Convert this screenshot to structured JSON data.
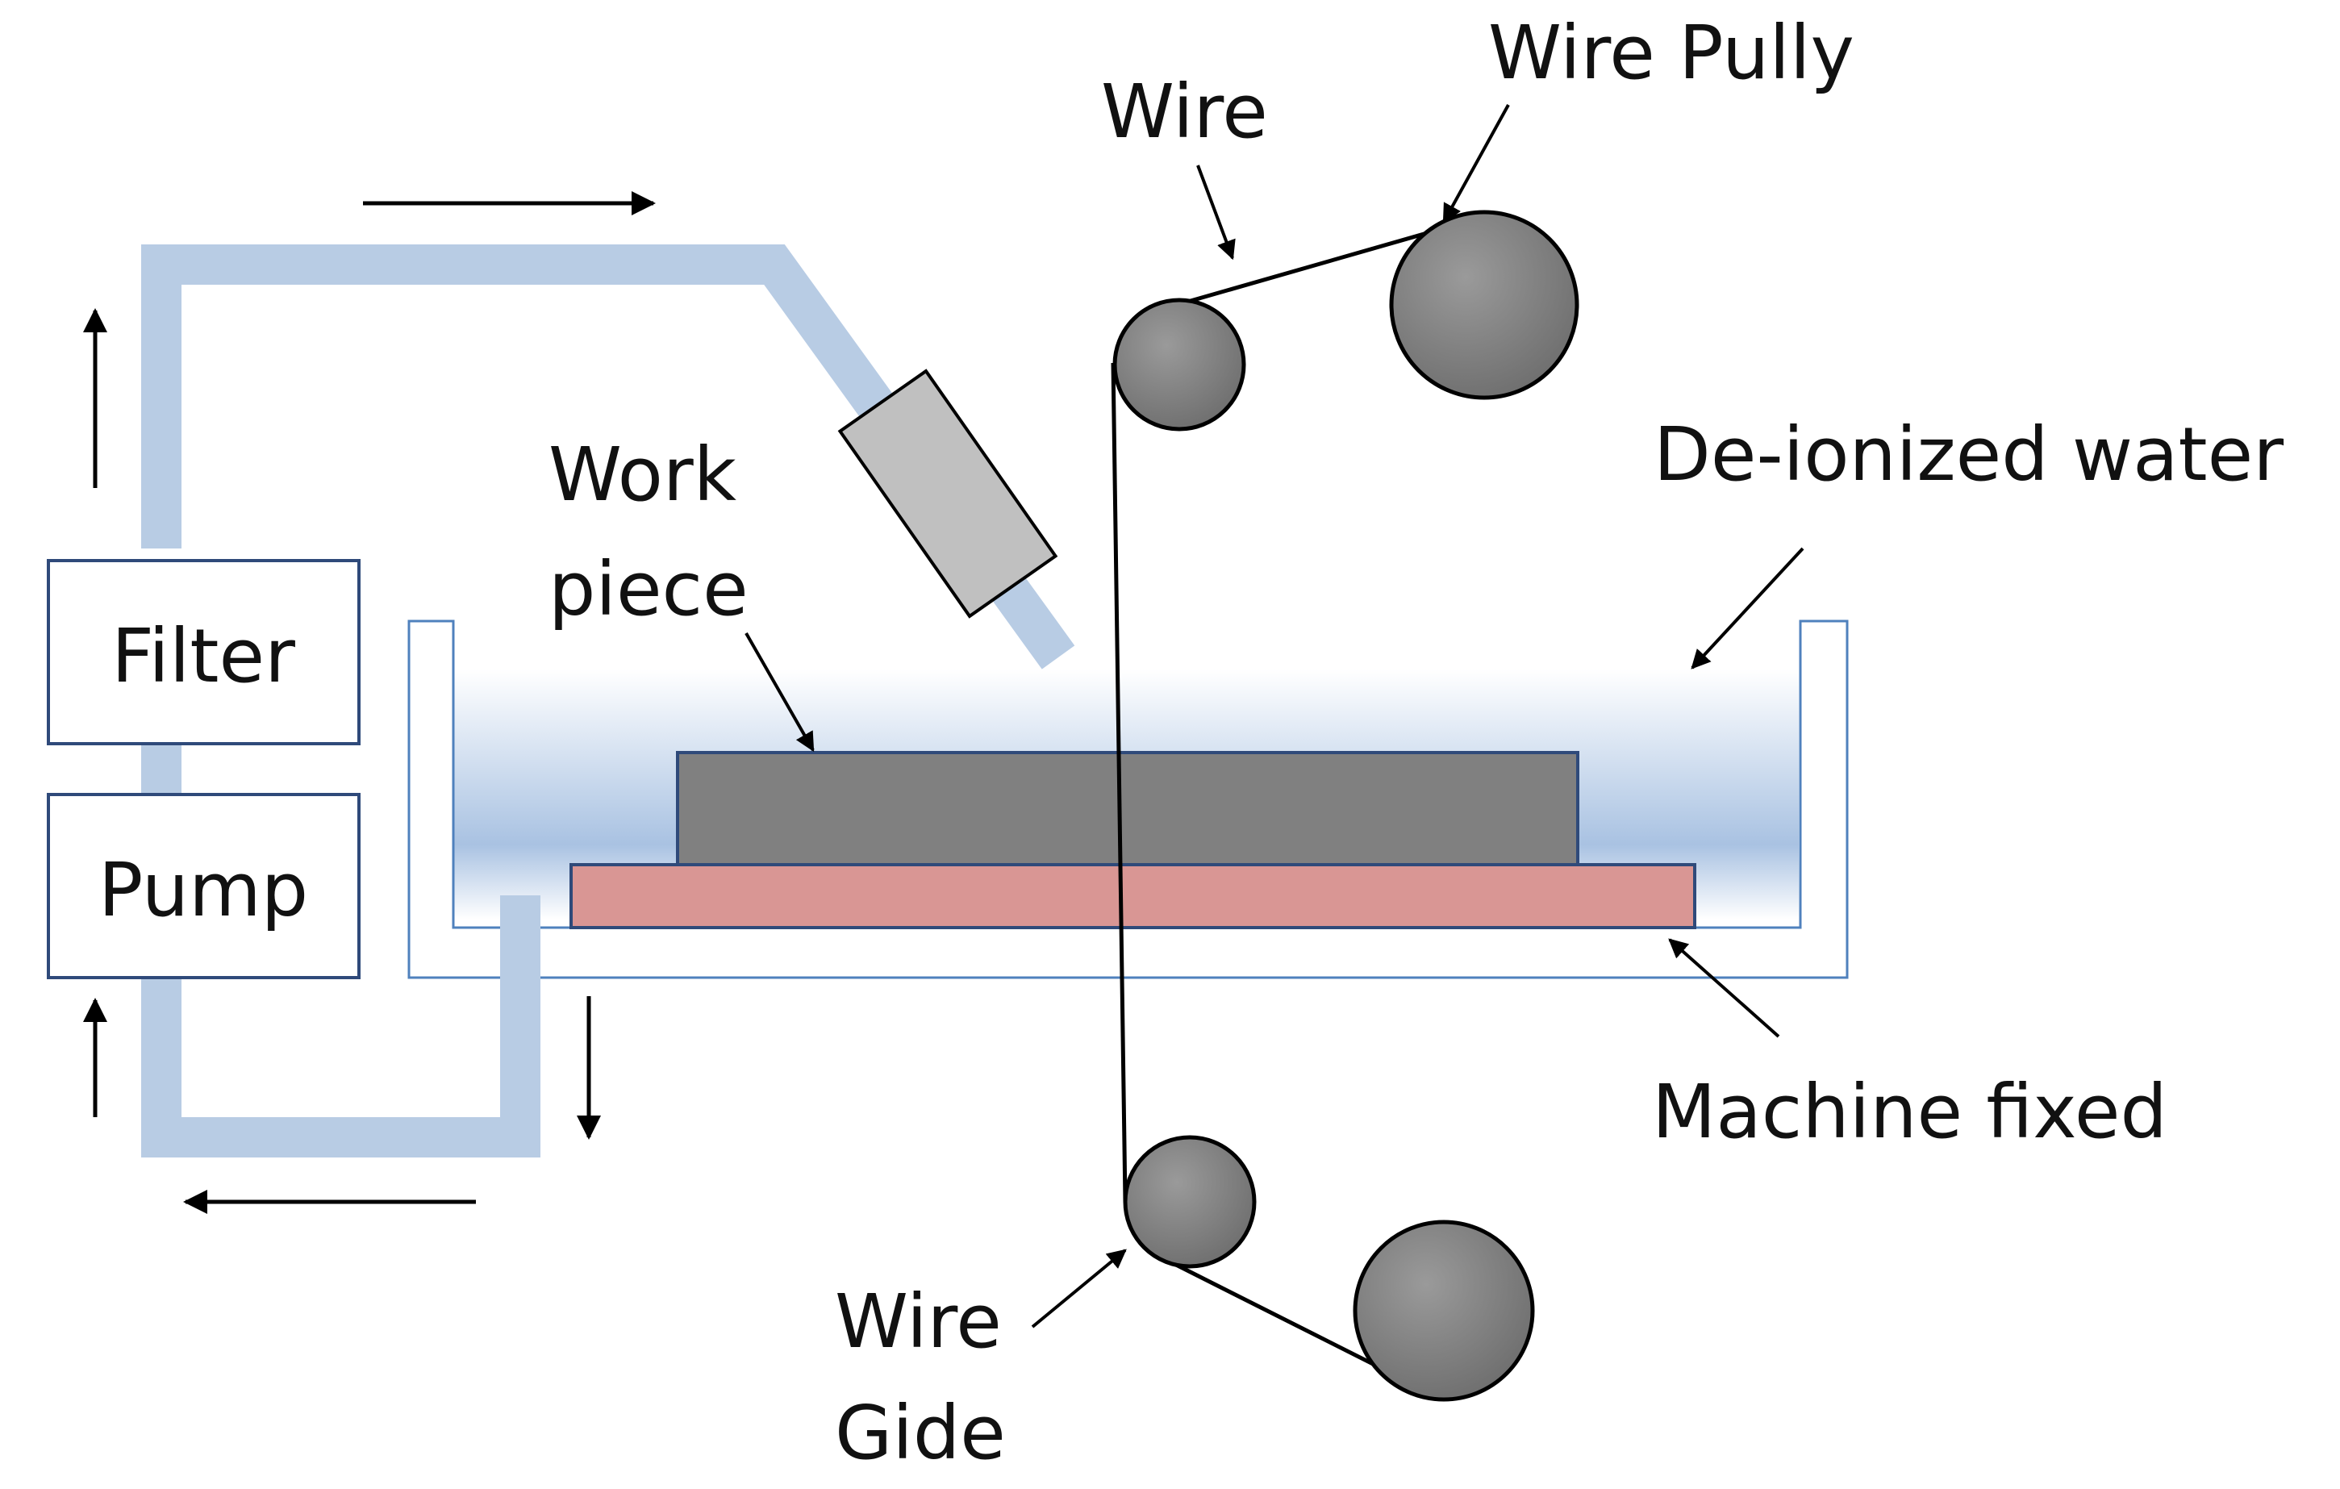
{
  "labels": {
    "wire_pully": "Wire Pully",
    "wire": "Wire",
    "work_piece_line1": "Work",
    "work_piece_line2": "piece",
    "deionized_water": "De-ionized water",
    "machine_fixed": "Machine fixed",
    "wire_gide_line1": "Wire",
    "wire_gide_line2": "Gide"
  },
  "components": {
    "filter": "Filter",
    "pump": "Pump"
  },
  "colors": {
    "pipe": "#b8cce4",
    "water_top": "#ffffff",
    "water_bottom": "#a9c2e2",
    "tank_border": "#4f81bd",
    "workpiece": "#808080",
    "workpiece_border": "#2f4a7a",
    "fixture": "#d99694",
    "nozzle": "#c0c0c0",
    "pulley": "#7f7f7f",
    "line": "#000000"
  },
  "icons": [
    "arrow-right-icon",
    "arrow-up-icon",
    "arrow-down-icon",
    "arrow-left-icon",
    "pulley-icon",
    "nozzle-icon"
  ]
}
